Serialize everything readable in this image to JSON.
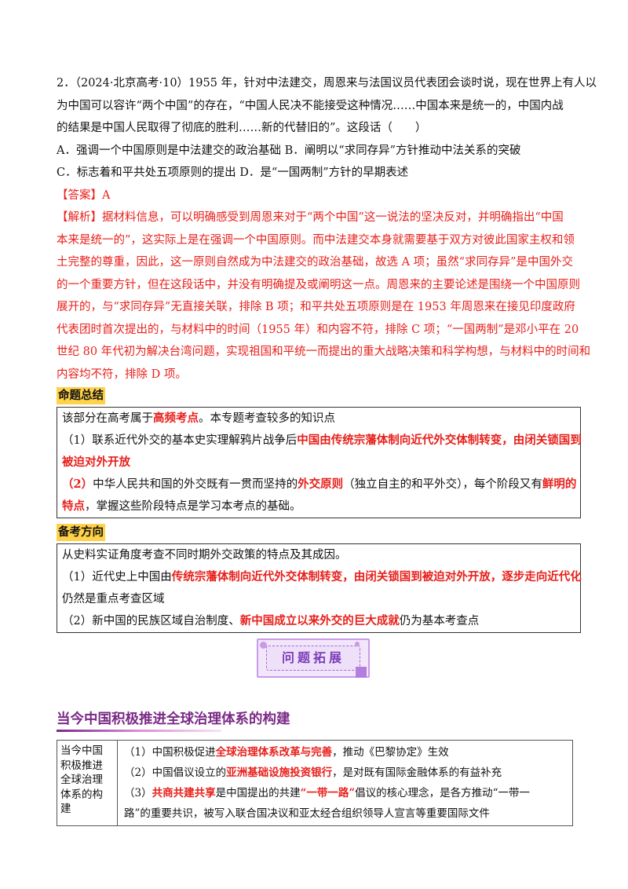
{
  "question": {
    "lines": [
      "2．（2024·北京高考·10）1955 年，针对中法建交，周恩来与法国议员代表团会谈时说，现在世界上有人以",
      "为中国可以容许“两个中国”的存在，“中国人民决不能接受这种情况……中国本来是统一的，中国内战",
      "的结果是中国人民取得了彻底的胜利……新的代替旧的”。这段话（　　）"
    ],
    "options": [
      "A．强调一个中国原则是中法建交的政治基础 B．阐明以“求同存异”方针推动中法关系的突破",
      "C．标志着和平共处五项原则的提出 D．是“一国两制”方针的早期表述"
    ]
  },
  "answer": {
    "label": "【答案】",
    "value": "A"
  },
  "analysis": {
    "label": "【解析】",
    "lines": [
      "据材料信息，可以明确感受到周恩来对于“两个中国”这一说法的坚决反对，并明确指出“中国",
      "本来是统一的”，这实际上是在强调一个中国原则。而中法建交本身就需要基于双方对彼此国家主权和领",
      "土完整的尊重，因此，这一原则自然成为中法建交的政治基础，故选 A 项；虽然“求同存异”是中国外交",
      "的一个重要方针，但在这段话中，并没有明确提及或阐明这一点。周恩来的主要论述是围绕一个中国原则",
      "展开的，与“求同存异”无直接关联，排除 B 项；和平共处五项原则是在 1953 年周恩来在接见印度政府",
      "代表团时首次提出的，与材料中的时间（1955 年）和内容不符，排除 C 项；“一国两制”是邓小平在 20",
      "世纪 80 年代初为解决台湾问题，实现祖国和平统一而提出的重大战略决策和科学构想，与材料中的时间和",
      "内容均不符，排除 D 项。"
    ]
  },
  "summary": {
    "heading": "命题总结",
    "l1_a": "该部分在高考属于",
    "l1_b": "高频考点",
    "l1_c": "。本专题考查较多的知识点",
    "l2_a": "（1）联系近代外交的基本史实理解鸦片战争后",
    "l2_b": "中国由传统宗藩体制向近代外交体制转变，由闭关锁国到",
    "l3_b": "被迫对外开放",
    "l4_a": "（2）",
    "l4_b": "中华人民共和国的外交既有一贯而坚持的",
    "l4_c": "外交原则",
    "l4_d": "（独立自主的和平外交），每个阶段又有",
    "l4_e": "鲜明的",
    "l5_a": "特点",
    "l5_b": "，掌握这些阶段特点是学习本考点的基础。"
  },
  "direction": {
    "heading": "备考方向",
    "l1": "从史料实证角度考查不同时期外交政策的特点及其成因。",
    "l2_a": "（1）近代史上中国由",
    "l2_b": "传统宗藩体制向近代外交体制转变，由闭关锁国到被迫对外开放，逐步走向近代化",
    "l3": "仍然是重点考查区域",
    "l4_a": "（2）新中国的民族区域自治制度、",
    "l4_b": "新中国成立以来外交的巨大成就",
    "l4_c": "仍为基本考查点"
  },
  "banner": {
    "text": "问题拓展"
  },
  "section": {
    "title": "当今中国积极推进全球治理体系的构建"
  },
  "table": {
    "header_lines": [
      "当今中国",
      "积极推进",
      "全球治理",
      "体系的构",
      "建"
    ],
    "r1_a": "（1）中国积极促进",
    "r1_b": "全球治理体系改革与完善",
    "r1_c": "，推动《巴黎协定》生效",
    "r2_a": "（2）中国倡议设立的",
    "r2_b": "亚洲基础设施投资银行",
    "r2_c": "，是对既有国际金融体系的有益补充",
    "r3_a": "（3）",
    "r3_b": "共商共建共享",
    "r3_c": "是中国提出的共建",
    "r3_d": "“一带一路”",
    "r3_e": "倡议的核心理念，是各方推动“一带一",
    "r4": "路”的重要共识，被写入联合国决议和亚太经合组织领导人宣言等重要国际文件"
  },
  "colors": {
    "accent_red": "#e8201b",
    "highlight": "#ffd24a",
    "section_purple": "#7a2a86",
    "banner_purple": "#7b3db8"
  }
}
